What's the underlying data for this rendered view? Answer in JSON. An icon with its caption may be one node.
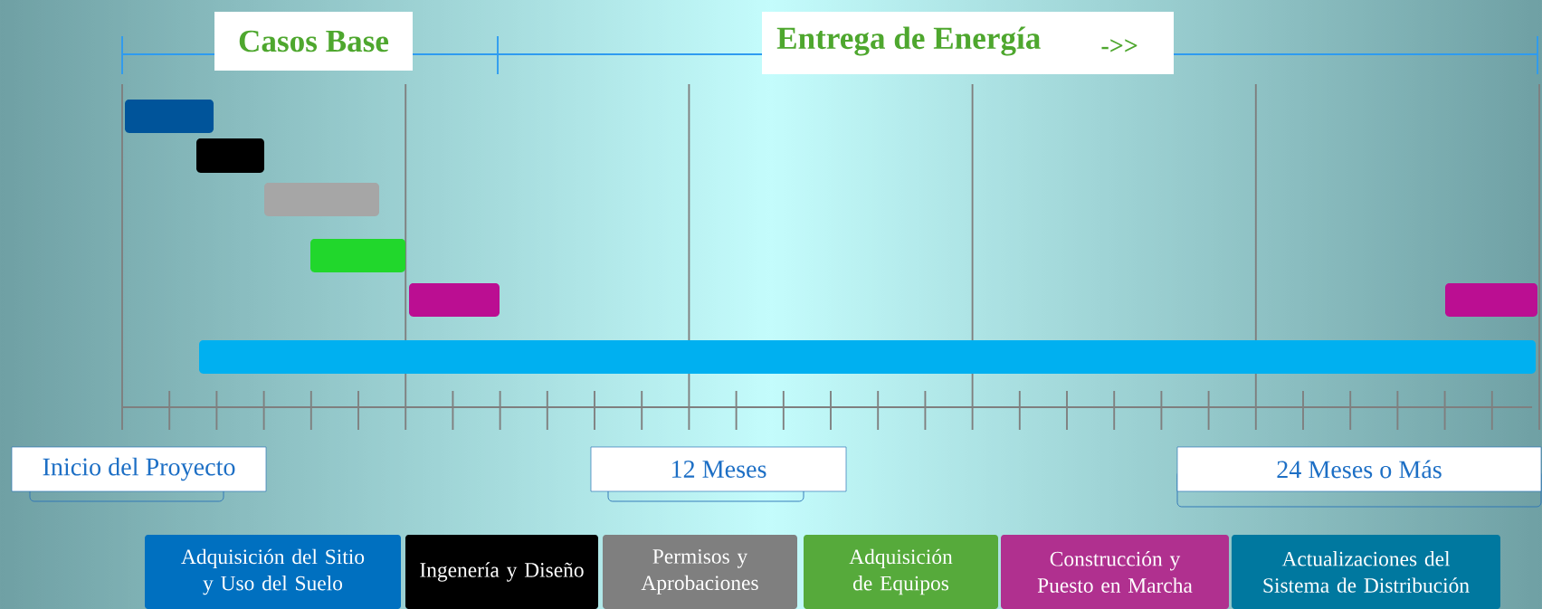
{
  "diagram": {
    "nodes": [
      {
        "text": [
          "Casos Base"
        ]
      },
      {
        "text": [
          "Entrega de Energía",
          "->>"
        ]
      },
      {
        "text": [],
        "shape": "bar"
      },
      {
        "text": [],
        "shape": "bar"
      },
      {
        "text": [],
        "shape": "bar"
      },
      {
        "text": [],
        "shape": "bar"
      },
      {
        "text": [],
        "shape": "bar"
      },
      {
        "text": [],
        "shape": "bar"
      },
      {
        "text": [],
        "shape": "bar"
      },
      {
        "text": [
          "Inicio del Proyecto"
        ]
      },
      {
        "text": [
          "12 Meses"
        ]
      },
      {
        "text": [
          "24 Meses o Más"
        ]
      }
    ],
    "legend": [
      {
        "text": "Adquisición del Sitio y Uso del Suelo",
        "color": "#0070c0"
      },
      {
        "text": "Ingenería y Diseño",
        "color": "#000000"
      },
      {
        "text": "Permisos y Aprobaciones",
        "color": "#7f7f7f"
      },
      {
        "text": "Adquisición de Equipos",
        "color": "#56aa3b"
      },
      {
        "text": "Construcción y Puesto en Marcha",
        "color": "#b0308f"
      },
      {
        "text": "Actualizaciones del Sistema de Distribución",
        "color": "#00789f"
      }
    ]
  }
}
